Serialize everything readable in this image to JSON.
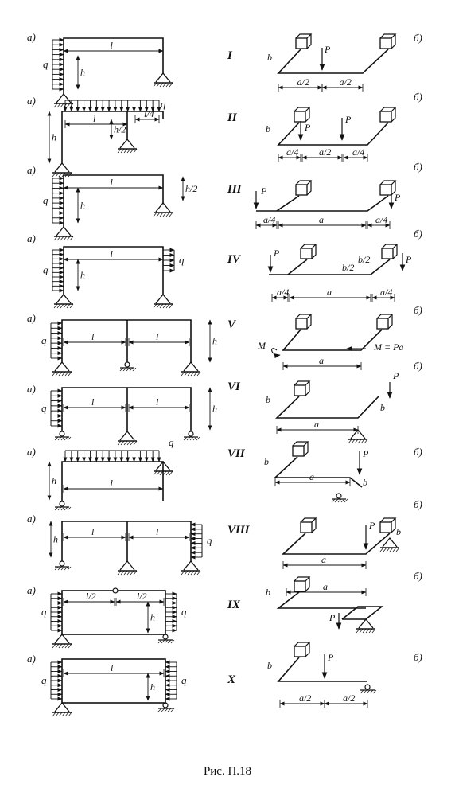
{
  "figure_caption": "Рис. П.18",
  "labels": {
    "part_a": "а)",
    "part_b": "б)",
    "q": "q",
    "l": "l",
    "l_half": "l/2",
    "l_quarter": "l/4",
    "h": "h",
    "h_half": "h/2",
    "P": "P",
    "a": "a",
    "a_half": "a/2",
    "a_quarter": "a/4",
    "b": "b",
    "b_half": "b/2",
    "M": "M",
    "M_eq": "M = Pa"
  },
  "variants": [
    {
      "num": "I"
    },
    {
      "num": "II"
    },
    {
      "num": "III"
    },
    {
      "num": "IV"
    },
    {
      "num": "V"
    },
    {
      "num": "VI"
    },
    {
      "num": "VII"
    },
    {
      "num": "VIII"
    },
    {
      "num": "IX"
    },
    {
      "num": "X"
    }
  ]
}
